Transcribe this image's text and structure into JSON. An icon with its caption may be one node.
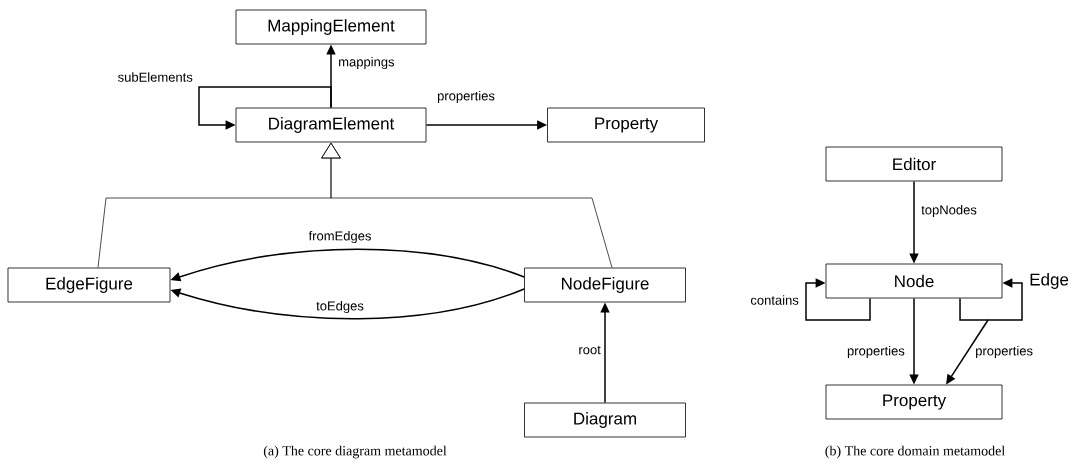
{
  "diagram": {
    "nodes": [
      {
        "text": [
          "MappingElement"
        ]
      },
      {
        "text": [
          "DiagramElement"
        ]
      },
      {
        "text": [
          "Property"
        ]
      },
      {
        "text": [
          "EdgeFigure"
        ]
      },
      {
        "text": [
          "NodeFigure"
        ]
      },
      {
        "text": [
          "Diagram"
        ]
      },
      {
        "text": [
          "Editor"
        ]
      },
      {
        "text": [
          "Node"
        ]
      },
      {
        "text": [
          "Property"
        ]
      }
    ],
    "edges": [
      {
        "from": 1,
        "to": 0,
        "arrow": "to",
        "label": "mappings"
      },
      {
        "from": 1,
        "to": 1,
        "arrow": "to",
        "label": "subElements"
      },
      {
        "from": 1,
        "to": 2,
        "arrow": "to",
        "label": "properties"
      },
      {
        "from": 3,
        "to": 1,
        "arrow": "to"
      },
      {
        "from": 4,
        "to": 1,
        "arrow": "to"
      },
      {
        "from": 4,
        "to": 3,
        "arrow": "to",
        "label": "fromEdges"
      },
      {
        "from": 4,
        "to": 3,
        "arrow": "to",
        "label": "toEdges"
      },
      {
        "from": 5,
        "to": 4,
        "arrow": "to",
        "label": "root"
      },
      {
        "from": 6,
        "to": 7,
        "arrow": "to",
        "label": "topNodes"
      },
      {
        "from": 7,
        "to": 7,
        "arrow": "to",
        "label": "contains"
      },
      {
        "from": 7,
        "to": 7,
        "arrow": "to",
        "label": "Edge"
      },
      {
        "from": 7,
        "to": 8,
        "arrow": "to",
        "label": "properties"
      },
      {
        "from": null,
        "to": 8,
        "arrow": "to",
        "label": "properties"
      }
    ],
    "labels": [
      "(a)  The core diagram metamodel",
      "(b)  The core domain metamodel"
    ]
  }
}
